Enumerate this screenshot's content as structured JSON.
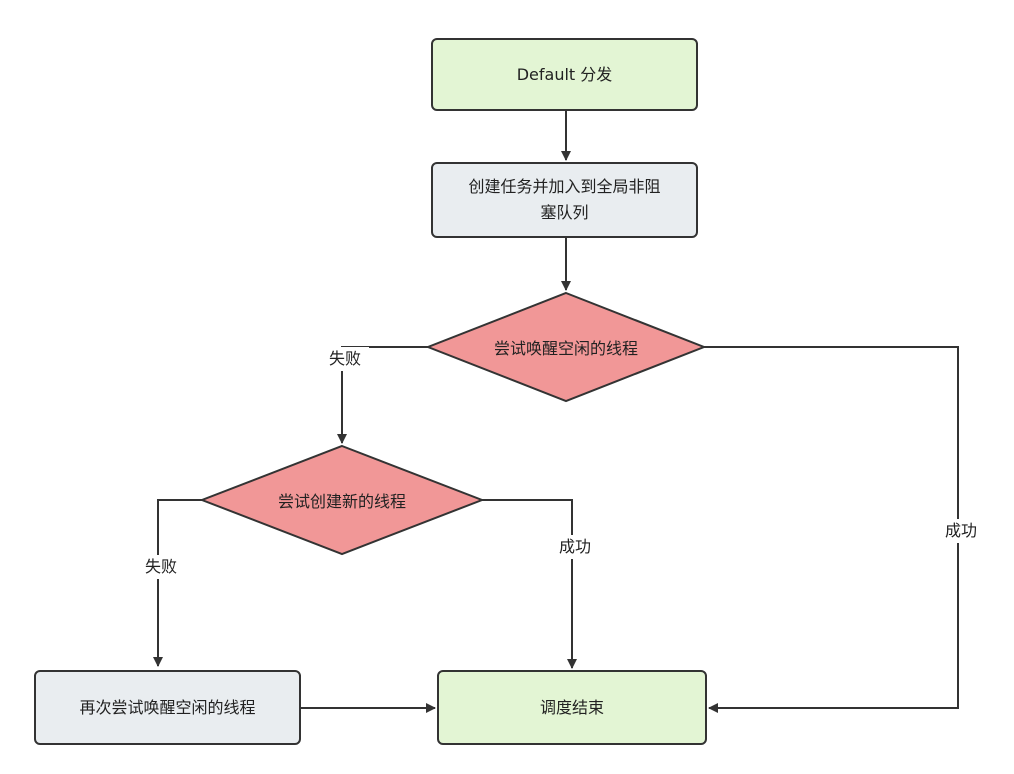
{
  "nodes": {
    "default_dispatch": "Default 分发",
    "create_task": "创建任务并加入到全局非阻塞队列",
    "try_wake_idle": "尝试唤醒空闲的线程",
    "try_create_thread": "尝试创建新的线程",
    "retry_wake_idle": "再次尝试唤醒空闲的线程",
    "dispatch_end": "调度结束"
  },
  "edges": {
    "fail_1": "失败",
    "fail_2": "失败",
    "success_1": "成功",
    "success_2": "成功"
  },
  "colors": {
    "start_fill": "#e3f5d4",
    "process_fill": "#e9edf0",
    "decision_fill": "#f19797",
    "end_fill": "#e3f5d4",
    "line": "#333333"
  }
}
